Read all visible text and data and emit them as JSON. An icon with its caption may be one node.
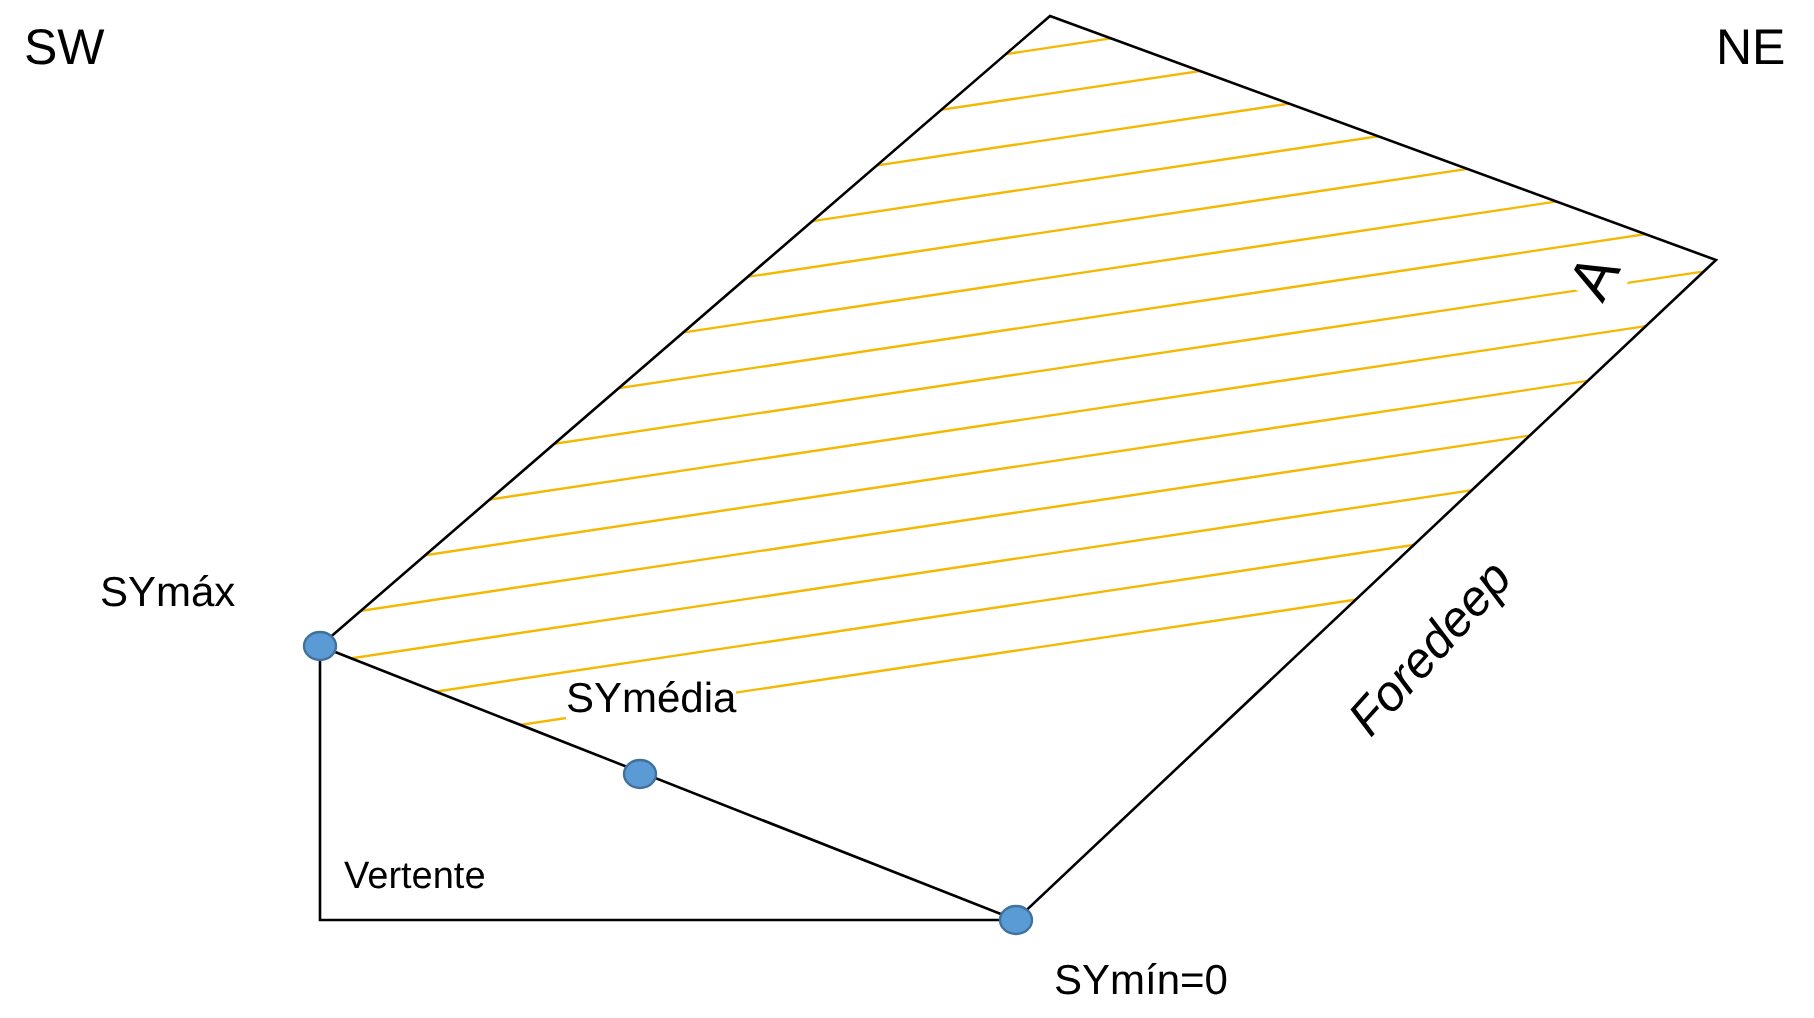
{
  "diagram": {
    "labels": [
      "SW",
      "NE",
      "A",
      "SYmáx",
      "SYmédia",
      "Foredeep",
      "Vertente",
      "SYmín=0"
    ]
  }
}
